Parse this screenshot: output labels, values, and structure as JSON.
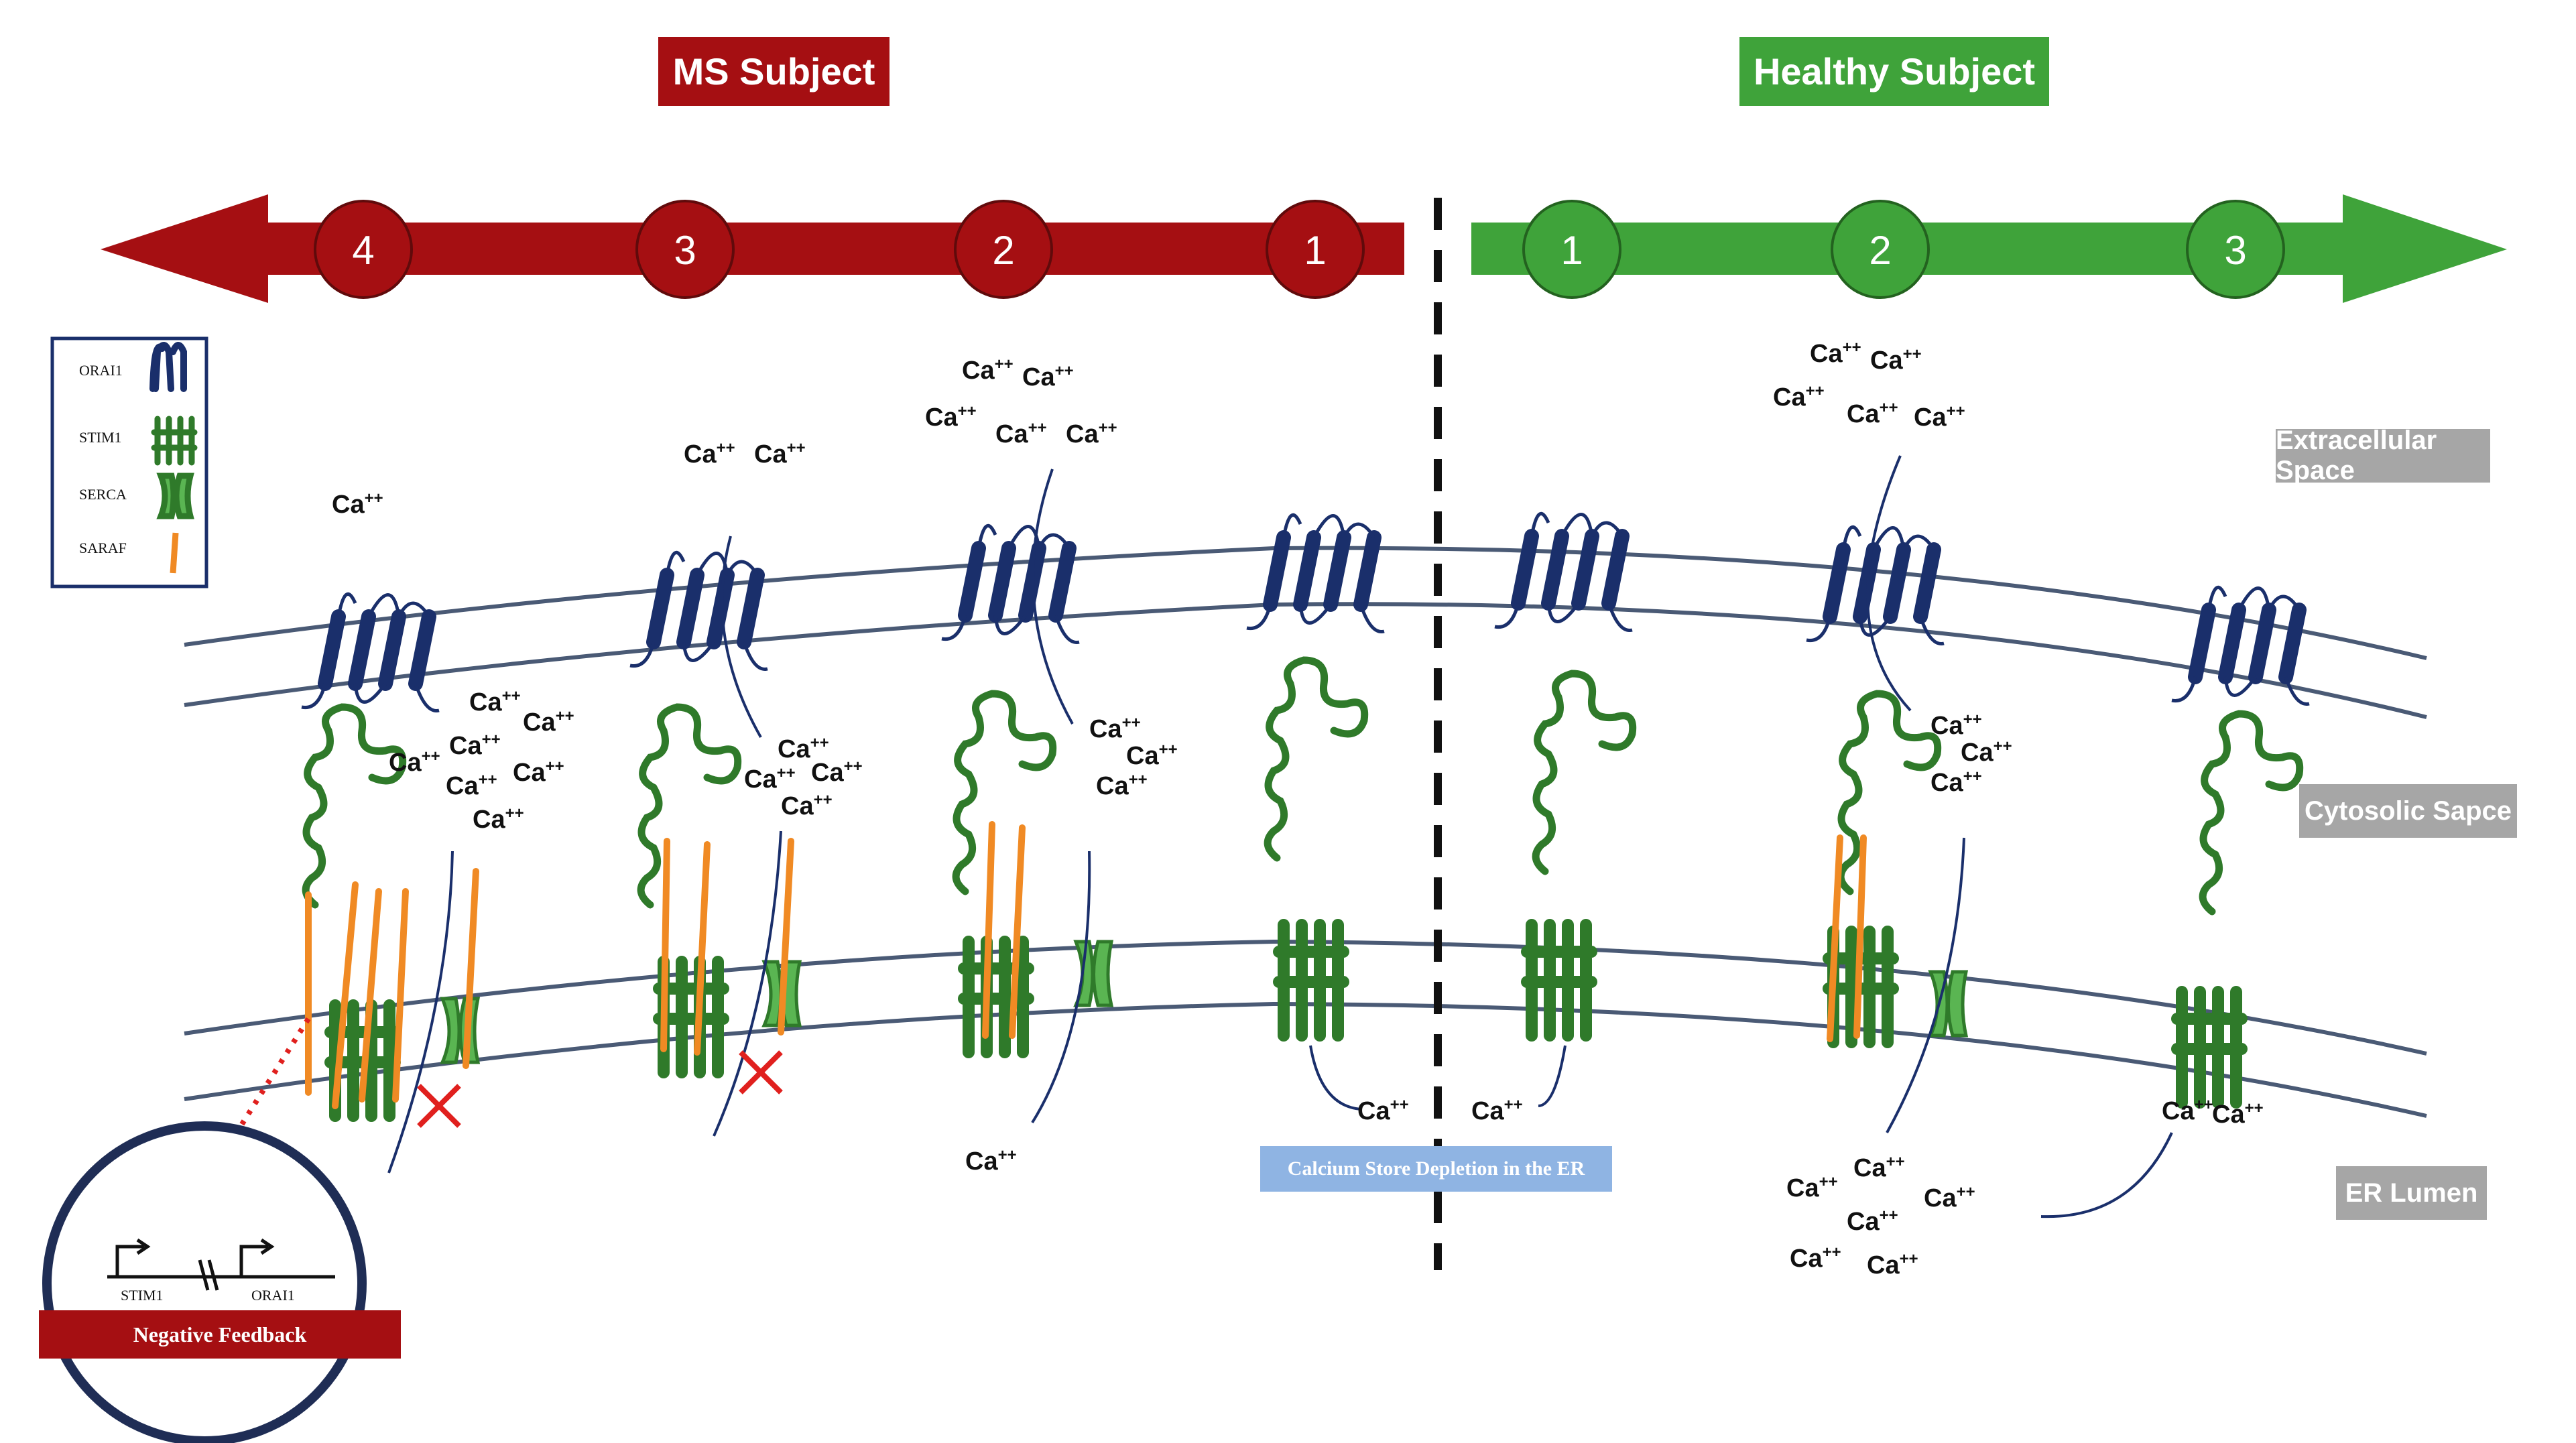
{
  "headers": {
    "ms_subject": "MS Subject",
    "healthy_subject": "Healthy Subject"
  },
  "ms_steps": [
    "4",
    "3",
    "2",
    "1"
  ],
  "healthy_steps": [
    "1",
    "2",
    "3"
  ],
  "zones": {
    "extracellular": "Extracellular Space",
    "cytosolic": "Cytosolic Sapce",
    "er_lumen": "ER Lumen"
  },
  "legend": {
    "items": [
      {
        "label": "ORAI1",
        "icon": "orai1-icon"
      },
      {
        "label": "STIM1",
        "icon": "stim1-icon"
      },
      {
        "label": "SERCA",
        "icon": "serca-icon"
      },
      {
        "label": "SARAF",
        "icon": "saraf-icon"
      }
    ]
  },
  "calcium_label": "Ca",
  "calcium_charge": "++",
  "store_depletion": "Calcium Store Depletion in the ER",
  "negative_feedback": "Negative Feedback",
  "genes": {
    "stim1": "STIM1",
    "orai1": "ORAI1"
  },
  "colors": {
    "ms_red": "#a50f12",
    "healthy_green": "#3fa33a",
    "orai1_navy": "#1a2f6b",
    "stim1_green": "#2f7a2a",
    "serca_green": "#5ab552",
    "saraf_orange": "#f08a24",
    "membrane": "#4a5a75",
    "depletion_blue": "#8fb4e3",
    "zone_gray": "#a6a6a6"
  }
}
